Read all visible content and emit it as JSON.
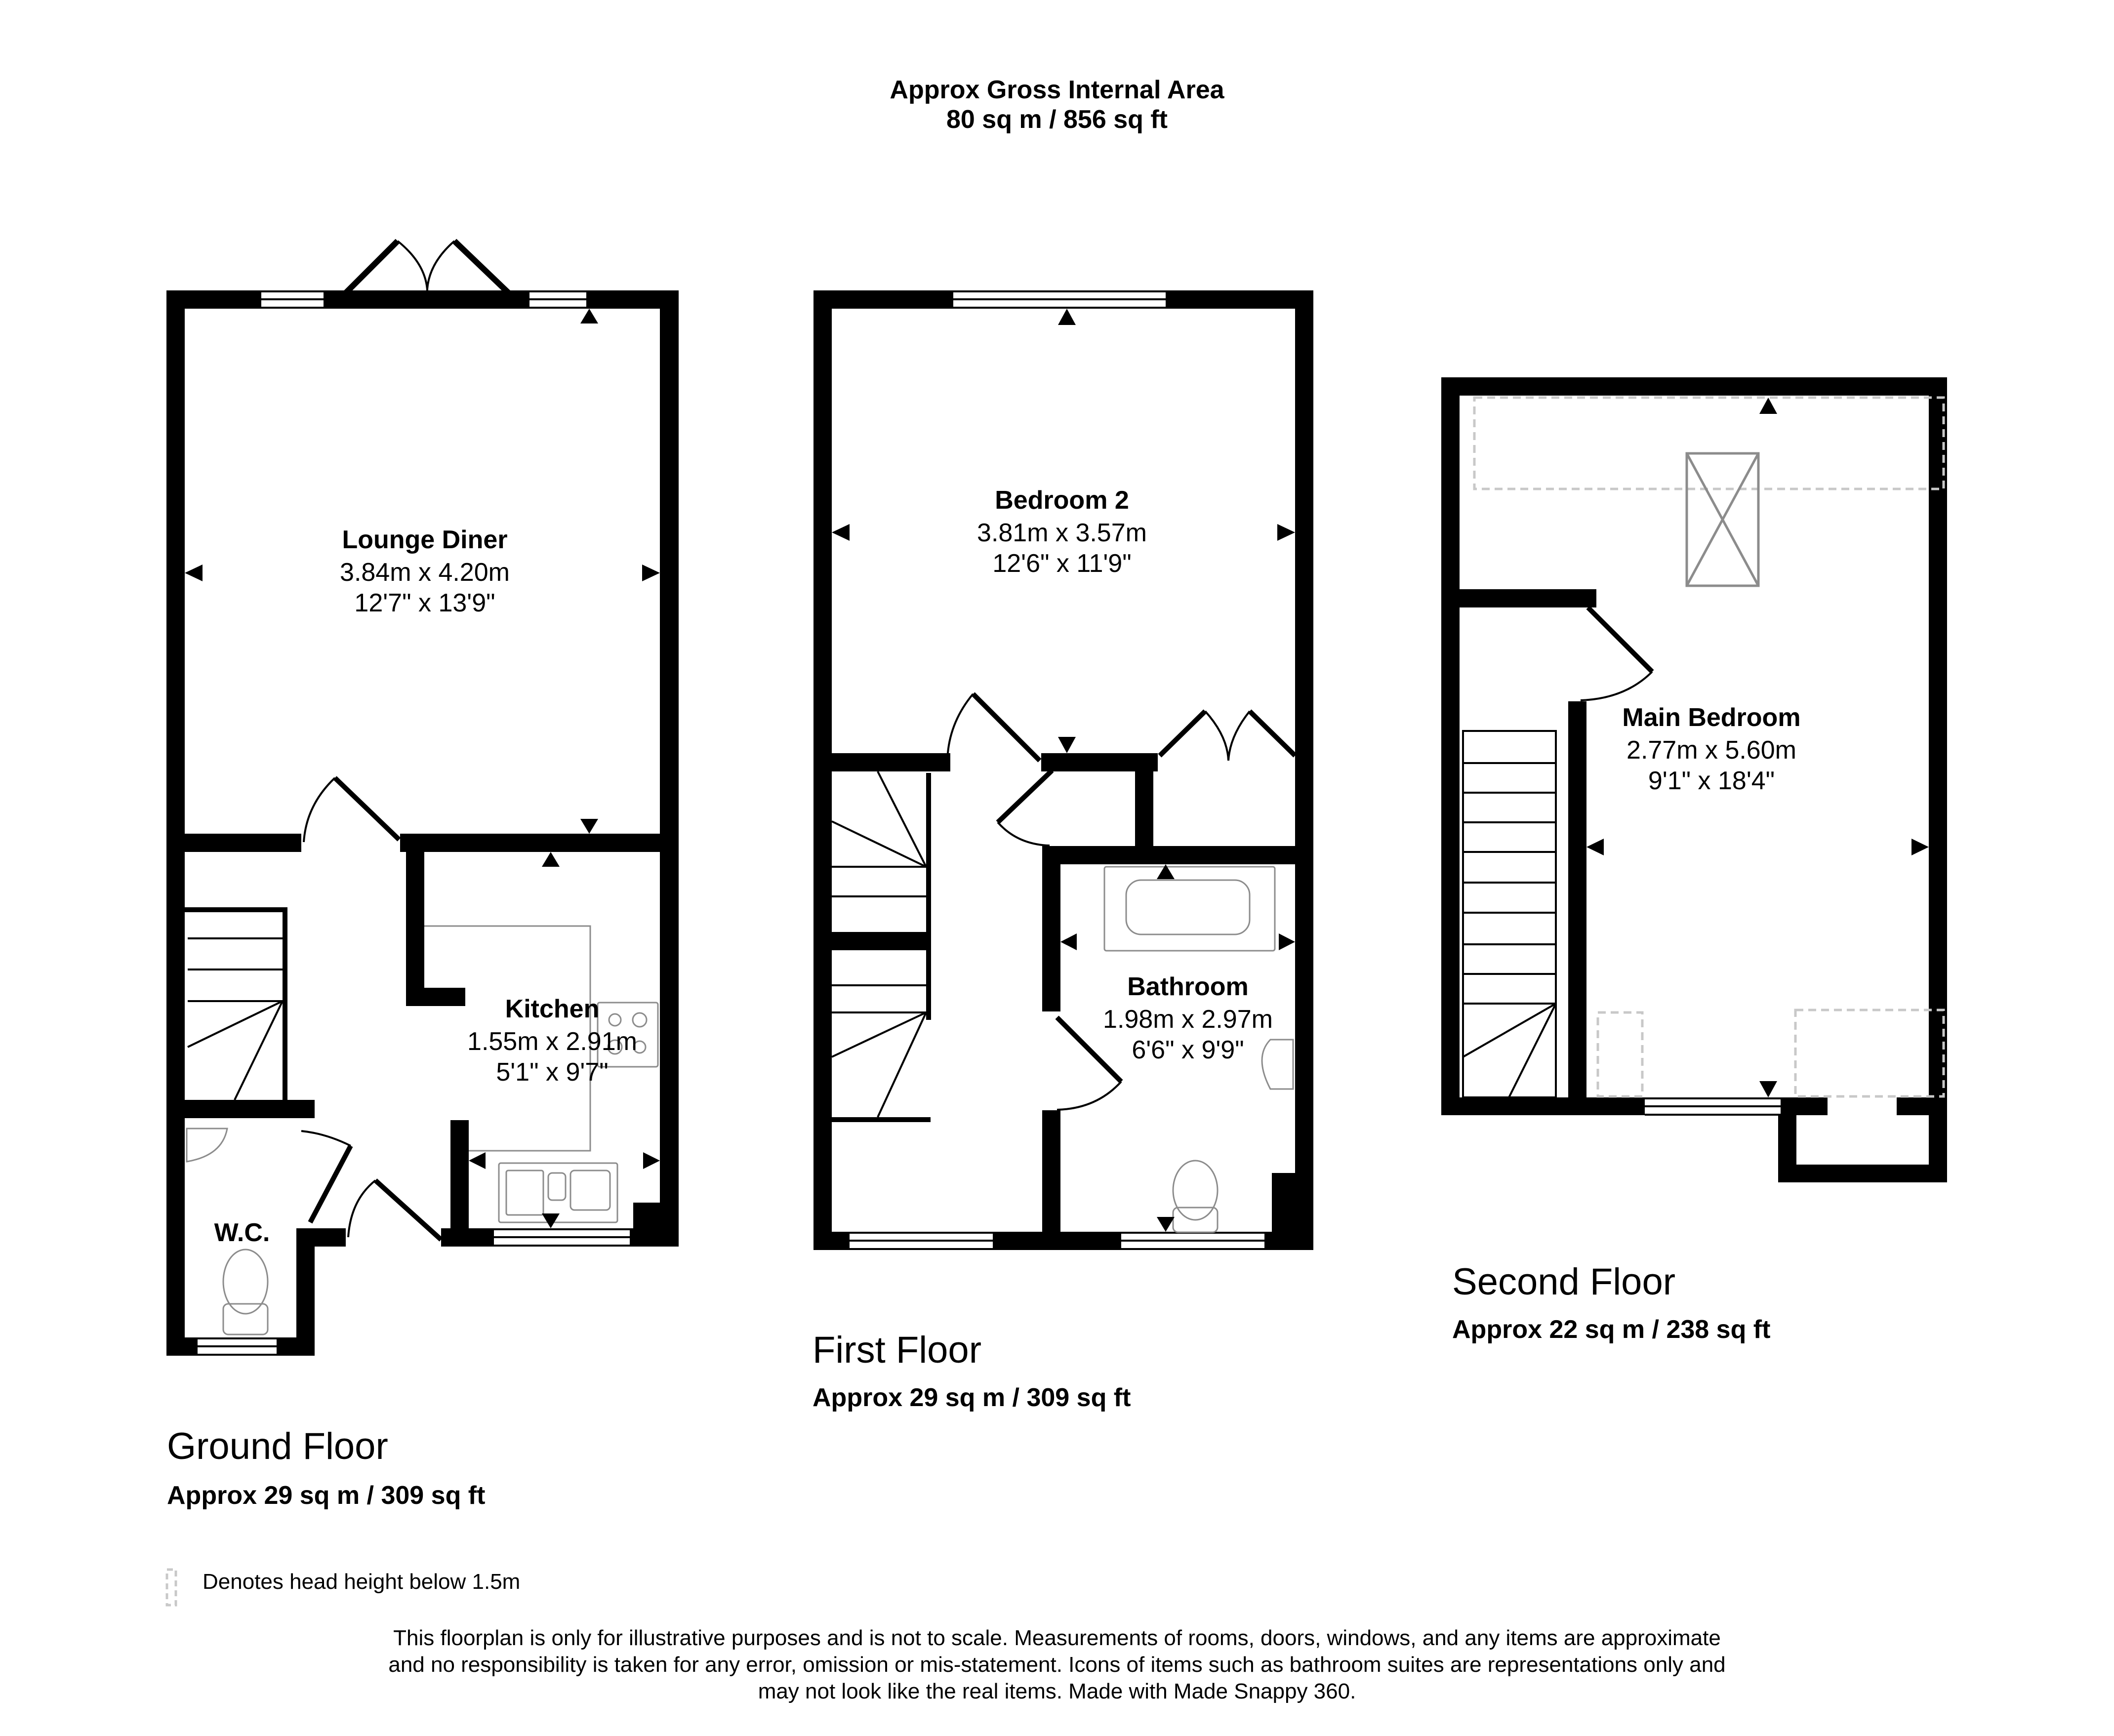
{
  "header": {
    "title": "Approx Gross Internal Area",
    "total_area": "80 sq m / 856 sq ft"
  },
  "floors": [
    {
      "name": "Ground Floor",
      "area": "Approx 29 sq m / 309 sq ft",
      "rooms": [
        {
          "name": "Lounge Diner",
          "metric": "3.84m x 4.20m",
          "imperial": "12'7\" x 13'9\""
        },
        {
          "name": "Kitchen",
          "metric": "1.55m x 2.91m",
          "imperial": "5'1\" x 9'7\""
        },
        {
          "name": "W.C.",
          "metric": "",
          "imperial": ""
        }
      ]
    },
    {
      "name": "First Floor",
      "area": "Approx 29 sq m / 309 sq ft",
      "rooms": [
        {
          "name": "Bedroom 2",
          "metric": "3.81m x 3.57m",
          "imperial": "12'6\" x 11'9\""
        },
        {
          "name": "Bathroom",
          "metric": "1.98m x 2.97m",
          "imperial": "6'6\" x 9'9\""
        }
      ]
    },
    {
      "name": "Second Floor",
      "area": "Approx 22 sq m / 238 sq ft",
      "rooms": [
        {
          "name": "Main Bedroom",
          "metric": "2.77m x 5.60m",
          "imperial": "9'1\" x 18'4\""
        }
      ]
    }
  ],
  "legend": {
    "icon": "dashed-rectangle-icon",
    "text": "Denotes head height below 1.5m"
  },
  "disclaimer": {
    "line1": "This floorplan is only for illustrative purposes and is not to scale. Measurements of rooms, doors, windows, and any items are approximate",
    "line2": "and no responsibility is taken for any error, omission or mis-statement. Icons of items such as bathroom suites are representations only and",
    "line3": "may not look like the real items. Made with Made Snappy 360."
  },
  "colors": {
    "wall": "#000000",
    "fixture": "#8c8c8c",
    "low_headroom": "#c8c8c8",
    "background": "#ffffff"
  }
}
